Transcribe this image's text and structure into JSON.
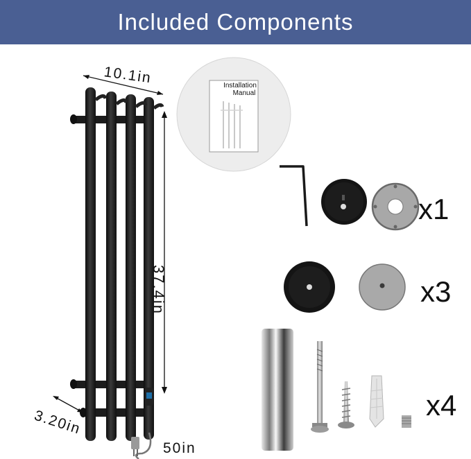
{
  "banner": {
    "title": "Included Components"
  },
  "dimensions": {
    "width": "10.1in",
    "height": "37.4in",
    "depth": "3.20in",
    "cable": "50in"
  },
  "manual": {
    "title_line1": "Installation",
    "title_line2": "Manual"
  },
  "quantities": {
    "set_one": "x1",
    "set_three": "x3",
    "set_four": "x4"
  },
  "colors": {
    "banner": "#4a5f93",
    "rack": "#1c1c1c",
    "plate_gray": "#a8a8a8"
  }
}
